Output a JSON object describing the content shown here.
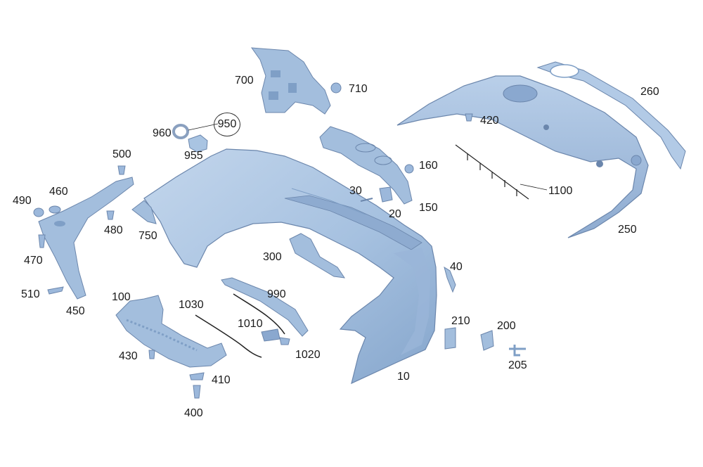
{
  "colors": {
    "part_fill": "#a9c4e2",
    "part_dark": "#7f9fc6",
    "part_edge": "#6b86ac",
    "label_text": "#1a1a1a",
    "leader_line": "#222222"
  },
  "labels": {
    "p10": "10",
    "p20": "20",
    "p30": "30",
    "p40": "40",
    "p100": "100",
    "p150": "150",
    "p160": "160",
    "p200": "200",
    "p205": "205",
    "p210": "210",
    "p250": "250",
    "p260": "260",
    "p300": "300",
    "p400": "400",
    "p410": "410",
    "p420": "420",
    "p430": "430",
    "p450": "450",
    "p460": "460",
    "p470": "470",
    "p480": "480",
    "p490": "490",
    "p500": "500",
    "p510": "510",
    "p700": "700",
    "p710": "710",
    "p750": "750",
    "p950": "950",
    "p955": "955",
    "p960": "960",
    "p990": "990",
    "p1010": "1010",
    "p1020": "1020",
    "p1030": "1030",
    "p1100": "1100"
  },
  "highlighted_part": "950"
}
